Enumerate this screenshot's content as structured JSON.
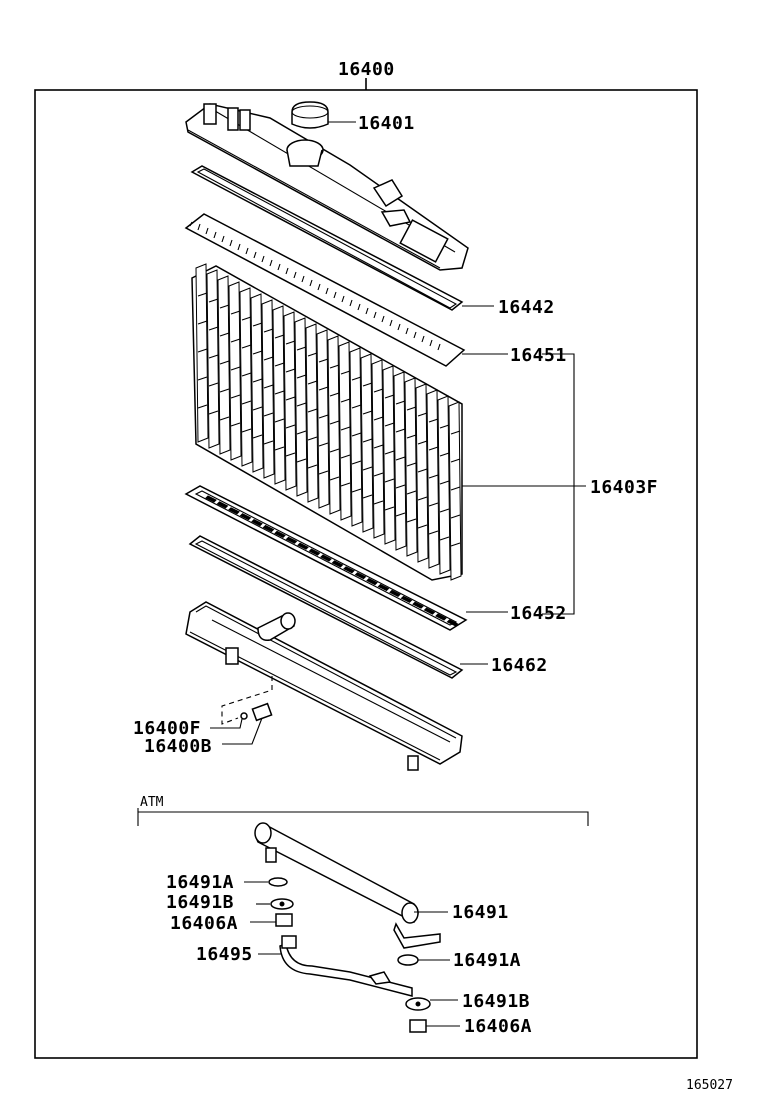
{
  "assembly": {
    "number": "16400"
  },
  "parts": {
    "filler_cap": "16401",
    "top_gasket": "16442",
    "upper_core_plate": "16451",
    "core_subassembly": "16403F",
    "lower_core_plate": "16452",
    "bottom_gasket": "16462",
    "drain_cock_gasket": "16400F",
    "drain_cock": "16400B"
  },
  "atm": {
    "label": "ATM",
    "parts": {
      "cooler_tube": "16491",
      "gasket_a_left": "16491A",
      "gasket_b_left": "16491B",
      "nut_a_left": "16406A",
      "pipe": "16495",
      "gasket_a_right": "16491A",
      "gasket_b_right": "16491B",
      "nut_a_right": "16406A"
    }
  },
  "figure_id": "165027"
}
